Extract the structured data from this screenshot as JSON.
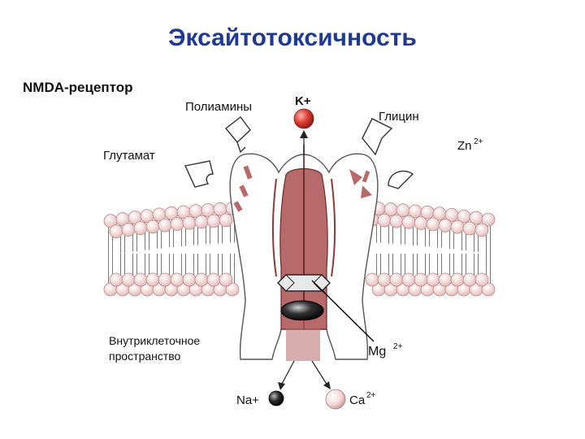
{
  "title": "Эксайтотоксичность",
  "labels": {
    "receptor": "NMDA-рецептор",
    "polyamines": "Полиамины",
    "k_ion": "K+",
    "glycine": "Глицин",
    "zinc": "Zn",
    "zinc_charge": "2+",
    "glutamate": "Глутамат",
    "intracellular_line1": "Внутриклеточное",
    "intracellular_line2": "пространство",
    "magnesium": "Mg",
    "magnesium_charge": "2+",
    "sodium": "Na+",
    "calcium": "Ca",
    "calcium_charge": "2+"
  },
  "colors": {
    "title": "#1f3a93",
    "receptor_channel": "#b86a6a",
    "receptor_dark": "#8e3a3a",
    "lipid_head": "#f6e0e0",
    "k_ball": "#d9372f",
    "ca_ball": "#f7d9d9",
    "na_ball": "#2a2a2a"
  }
}
